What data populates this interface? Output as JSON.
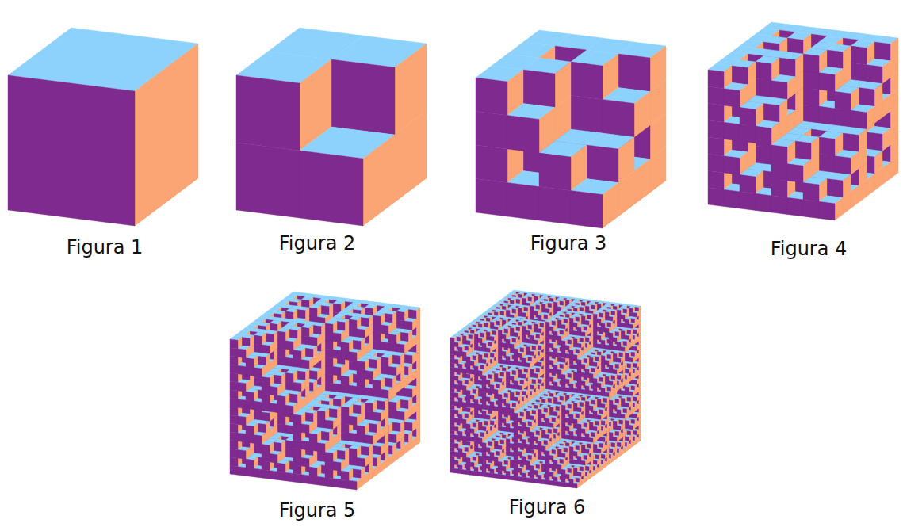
{
  "diagram": {
    "labels": [
      "Figura 1",
      "Figura 2",
      "Figura 3",
      "Figura 4",
      "Figura 5",
      "Figura 6"
    ]
  }
}
